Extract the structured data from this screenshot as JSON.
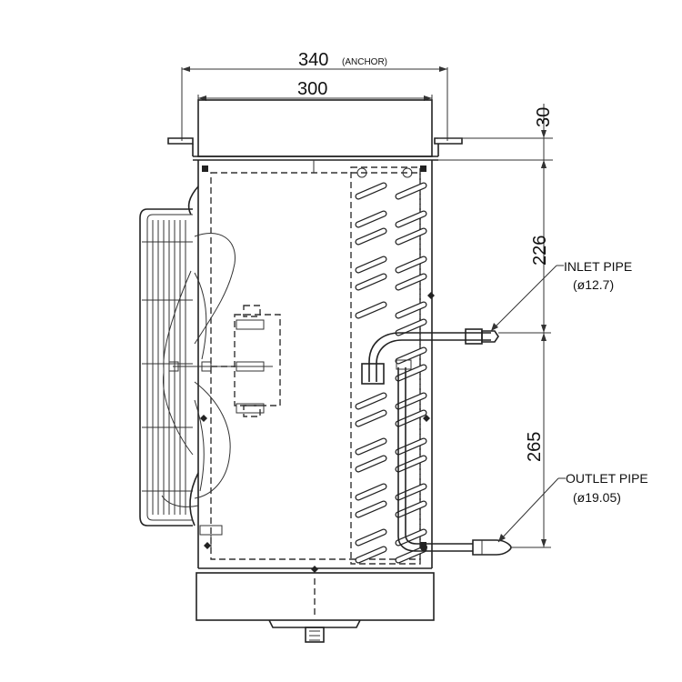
{
  "dimensions": {
    "width_anchor_value": "340",
    "width_anchor_suffix": "(ANCHOR)",
    "width_body": "300",
    "top_offset": "30",
    "inlet_height": "226",
    "outlet_height": "265"
  },
  "labels": {
    "inlet_title": "INLET PIPE",
    "inlet_size": "(ø12.7)",
    "outlet_title": "OUTLET PIPE",
    "outlet_size": "(ø19.05)"
  }
}
